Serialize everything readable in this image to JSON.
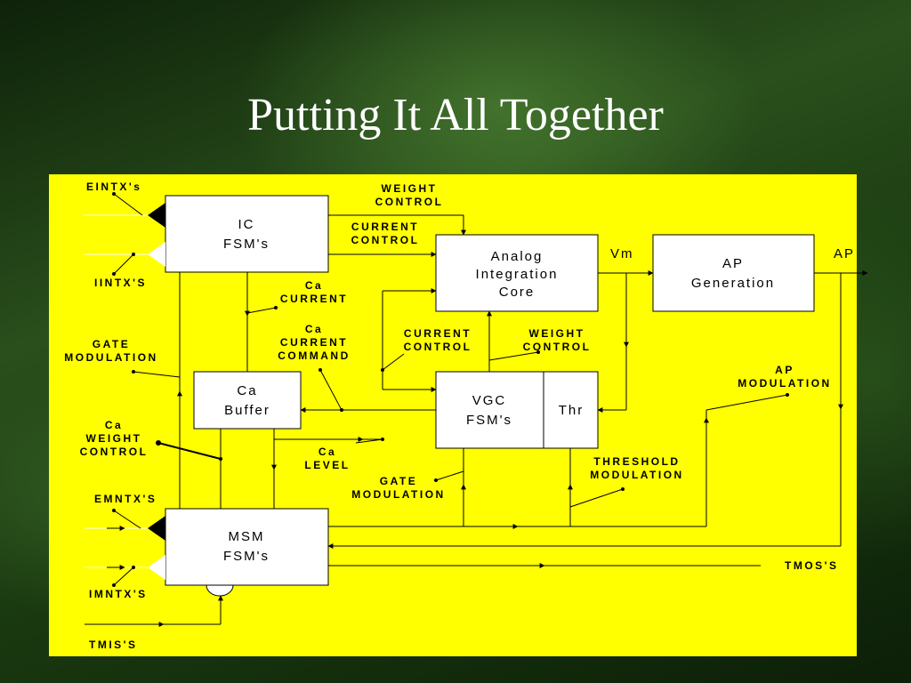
{
  "slide": {
    "title": "Putting It All Together"
  },
  "diagram": {
    "blocks": {
      "ic_fsm": [
        "IC",
        "FSM's"
      ],
      "analog_core": [
        "Analog",
        "Integration",
        "Core"
      ],
      "ap_generation": [
        "AP",
        "Generation"
      ],
      "ca_buffer": [
        "Ca",
        "Buffer"
      ],
      "vgc_fsm": [
        "VGC",
        "FSM's"
      ],
      "thr": "Thr",
      "msm_fsm": [
        "MSM",
        "FSM's"
      ]
    },
    "labels": {
      "eintx": "EINTX's",
      "iintx": "IINTX'S",
      "weight_control_top": [
        "WEIGHT",
        "CONTROL"
      ],
      "current_control_top": [
        "CURRENT",
        "CONTROL"
      ],
      "vm": "Vm",
      "ap": "AP",
      "ca_current": [
        "Ca",
        "CURRENT"
      ],
      "ca_current_command": [
        "Ca",
        "CURRENT",
        "COMMAND"
      ],
      "gate_modulation_left": [
        "GATE",
        "MODULATION"
      ],
      "current_control_mid": [
        "CURRENT",
        "CONTROL"
      ],
      "weight_control_mid": [
        "WEIGHT",
        "CONTROL"
      ],
      "ap_modulation": [
        "AP",
        "MODULATION"
      ],
      "ca_weight_control": [
        "Ca",
        "WEIGHT",
        "CONTROL"
      ],
      "ca_level": [
        "Ca",
        "LEVEL"
      ],
      "threshold_modulation": [
        "THRESHOLD",
        "MODULATION"
      ],
      "gate_modulation_bottom": [
        "GATE",
        "MODULATION"
      ],
      "emntx": "EMNTX'S",
      "imntx": "IMNTX'S",
      "tmis": "TMIS'S",
      "tmos": "TMOS'S"
    }
  }
}
